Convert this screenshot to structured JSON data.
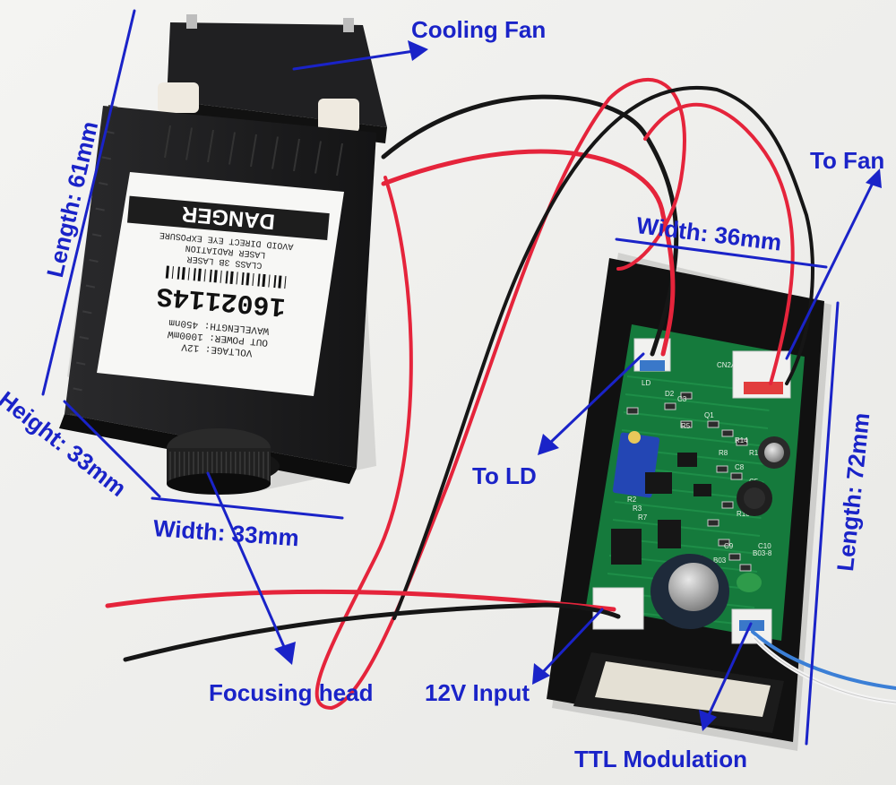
{
  "annotations": {
    "cooling_fan": "Cooling Fan",
    "to_fan": "To Fan",
    "width_driver": "Width: 36mm",
    "length_module": "Length: 61mm",
    "height_module": "Height: 33mm",
    "width_module": "Width: 33mm",
    "to_ld": "To LD",
    "length_driver": "Length: 72mm",
    "focusing_head": "Focusing head",
    "input_12v": "12V Input",
    "ttl_modulation": "TTL Modulation"
  },
  "label_sticker": {
    "serial": "1602114S",
    "danger": "DANGER",
    "warning_lines": [
      "AVOID DIRECT EYE EXPOSURE",
      "LASER RADIATION",
      "CLASS 3B LASER"
    ],
    "spec_lines": [
      "VOLTAGE:   12V",
      "OUT POWER:  1000mW",
      "WAVELENGTH:  450nm"
    ]
  },
  "pcb_marks": [
    "D2",
    "C3",
    "LD",
    "Q1",
    "R5",
    "R8",
    "R14",
    "R13",
    "C8",
    "C5",
    "R10",
    "C9",
    "R2",
    "R3",
    "R7",
    "B03-8",
    "B03",
    "CN2A",
    "C10"
  ],
  "colors": {
    "annotation_blue": "#1a23c8",
    "laser_body": "#1d1d1f",
    "pcb_green": "#157a3c",
    "wire_red": "#e5243b",
    "wire_black": "#161616"
  }
}
